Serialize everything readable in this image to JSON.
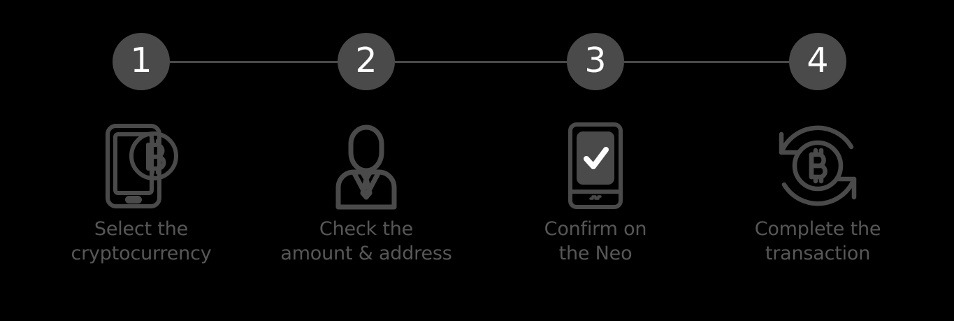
{
  "theme": {
    "background": "#000000",
    "node_fill": "#4a4a4a",
    "node_text": "#ffffff",
    "rail_color": "#4a4a4a",
    "icon_stroke": "#4a4a4a",
    "label_color": "#575757"
  },
  "stepper": {
    "nodes": [
      {
        "number": "1"
      },
      {
        "number": "2"
      },
      {
        "number": "3"
      },
      {
        "number": "4"
      }
    ]
  },
  "steps": [
    {
      "number": "1",
      "icon": "phone-bitcoin-icon",
      "label": "Select the\ncryptocurrency"
    },
    {
      "number": "2",
      "icon": "person-suit-icon",
      "label": "Check the\namount & address"
    },
    {
      "number": "3",
      "icon": "device-checkmark-icon",
      "label": "Confirm on\nthe Neo"
    },
    {
      "number": "4",
      "icon": "bitcoin-refresh-icon",
      "label": "Complete the\ntransaction"
    }
  ]
}
